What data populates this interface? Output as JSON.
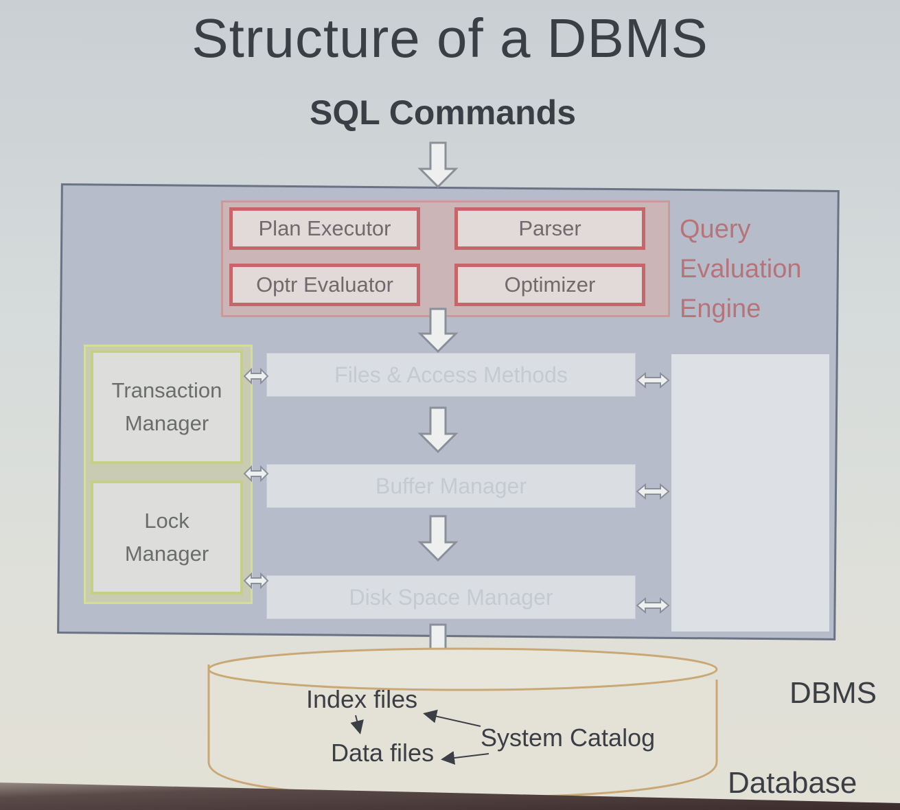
{
  "slide": {
    "title": "Structure of a DBMS",
    "input_label": "SQL Commands"
  },
  "query_engine": {
    "items": [
      "Plan Executor",
      "Parser",
      "Optr Evaluator",
      "Optimizer"
    ],
    "label_lines": [
      "Query",
      "Evaluation",
      "Engine"
    ]
  },
  "managers": {
    "transaction": "Transaction\nManager",
    "lock": "Lock\nManager"
  },
  "layers": [
    "Files & Access Methods",
    "Buffer Manager",
    "Disk Space Manager"
  ],
  "dbms_label": "DBMS",
  "database": {
    "label": "Database",
    "index_files": "Index files",
    "data_files": "Data files",
    "system_catalog": "System Catalog"
  },
  "colors": {
    "qee_border": "#c8656a",
    "manager_border": "#c4d184",
    "dbms_fill": "#b7bccb",
    "cylinder_stroke": "#c9a876"
  }
}
